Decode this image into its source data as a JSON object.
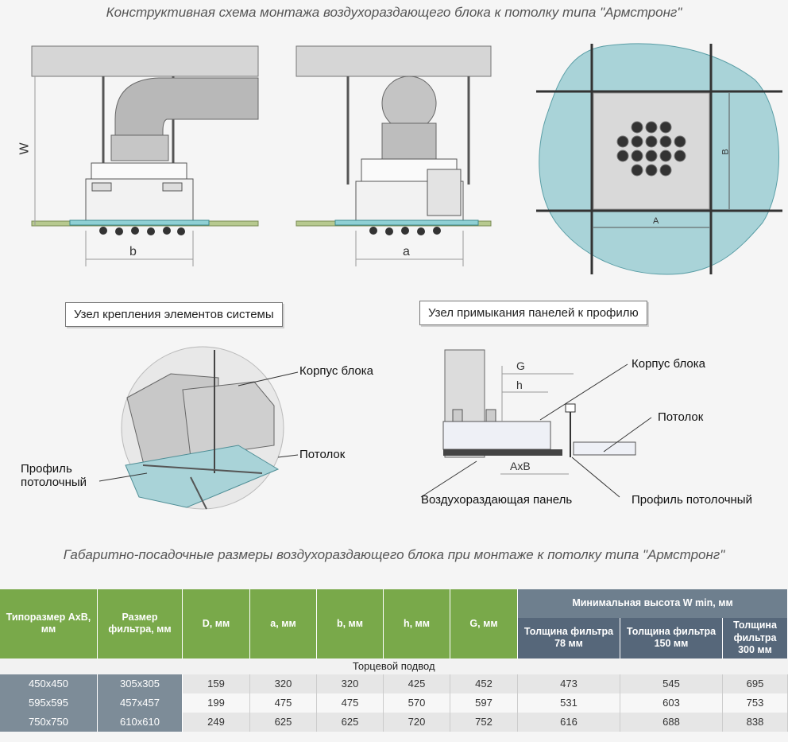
{
  "header": {
    "title_top": "Конструктивная схема монтажа воздухораздающего блока к потолку типа \"Армстронг\"",
    "title_table": "Габаритно-посадочные размеры воздухораздающего блока при монтаже к потолку типа \"Армстронг\""
  },
  "dimensions": {
    "w": "W",
    "b_lower": "b",
    "a_lower": "a",
    "a_upper": "A",
    "b_upper": "B",
    "g": "G",
    "h": "h",
    "axb": "AxB"
  },
  "captions": {
    "node_fastening": "Узел крепления элементов системы",
    "node_panels": "Узел примыкания панелей к профилю"
  },
  "labels_left": {
    "housing": "Корпус блока",
    "ceiling": "Потолок",
    "profile_line1": "Профиль",
    "profile_line2": "потолочный"
  },
  "labels_right": {
    "housing": "Корпус блока",
    "ceiling": "Потолок",
    "panel": "Воздухораздающая панель",
    "profile": "Профиль потолочный"
  },
  "table": {
    "headers": {
      "size": "Типоразмер АхВ, мм",
      "filter": "Размер фильтра, мм",
      "d": "D, мм",
      "a": "a, мм",
      "b": "b, мм",
      "h": "h, мм",
      "g": "G, мм",
      "min_height": "Минимальная высота W min, мм",
      "f78": "Толщина фильтра 78 мм",
      "f150": "Толщина фильтра 150 мм",
      "f300": "Толщина фильтра 300 мм"
    },
    "section": "Торцевой подвод",
    "rows": [
      {
        "size": "450х450",
        "filter": "305х305",
        "d": "159",
        "a": "320",
        "b": "320",
        "h": "425",
        "g": "452",
        "w78": "473",
        "w150": "545",
        "w300": "695"
      },
      {
        "size": "595х595",
        "filter": "457х457",
        "d": "199",
        "a": "475",
        "b": "475",
        "h": "570",
        "g": "597",
        "w78": "531",
        "w150": "603",
        "w300": "753"
      },
      {
        "size": "750х750",
        "filter": "610х610",
        "d": "249",
        "a": "625",
        "b": "625",
        "h": "720",
        "g": "752",
        "w78": "616",
        "w150": "688",
        "w300": "838"
      }
    ]
  },
  "colors": {
    "green": "#79a94a",
    "slate": "#6e7f8e",
    "ceiling_blue": "#a9d3d8"
  }
}
